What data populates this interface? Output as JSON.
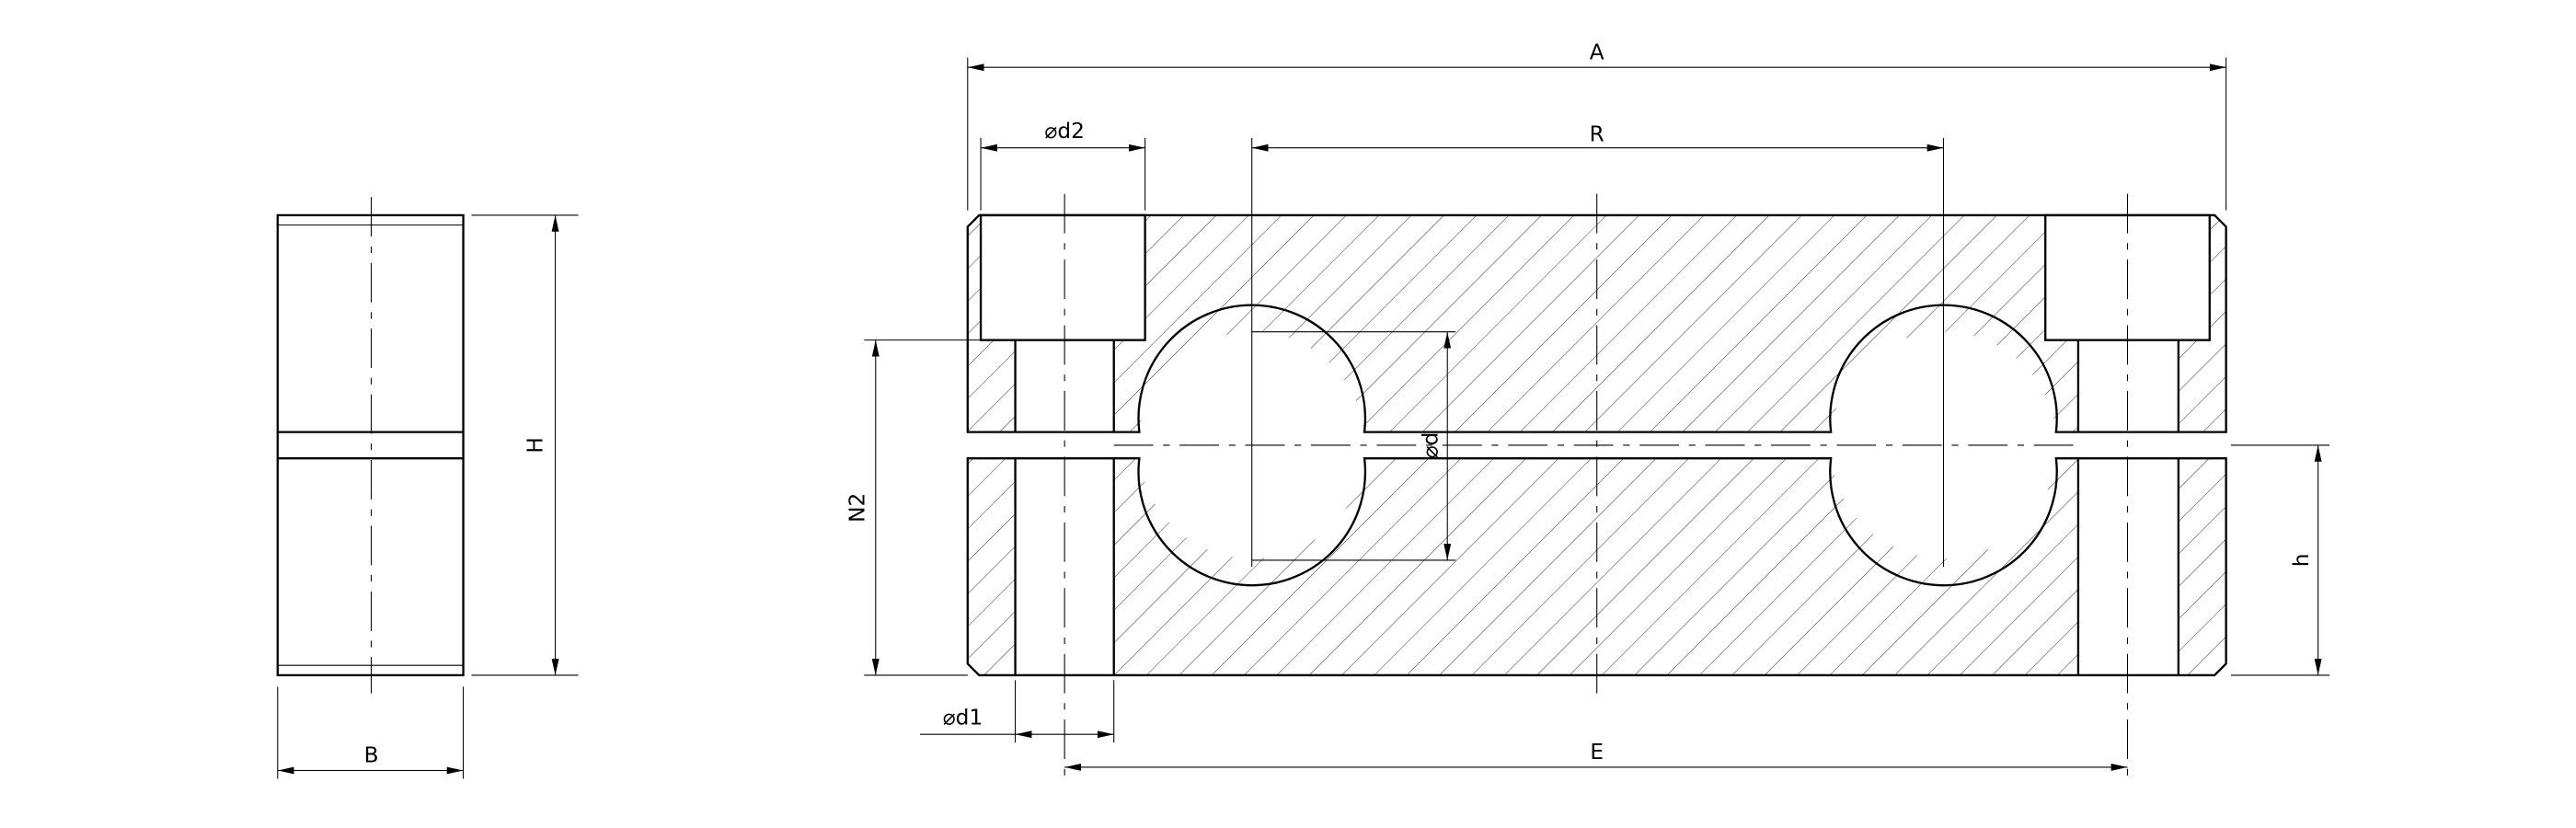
{
  "drawing": {
    "title": "Double clamp block technical drawing",
    "side_view": {
      "dimensions": {
        "height": "H",
        "width": "B"
      }
    },
    "front_view": {
      "dimensions": {
        "overall_length": "A",
        "hole_spacing": "R",
        "counterbore_diameter": "⌀d2",
        "bore_diameter": "⌀d",
        "center_height": "N2",
        "half_height": "h",
        "through_hole_diameter": "⌀d1",
        "screw_spacing": "E"
      }
    },
    "colors": {
      "line": "#000000",
      "background": "#ffffff"
    }
  }
}
